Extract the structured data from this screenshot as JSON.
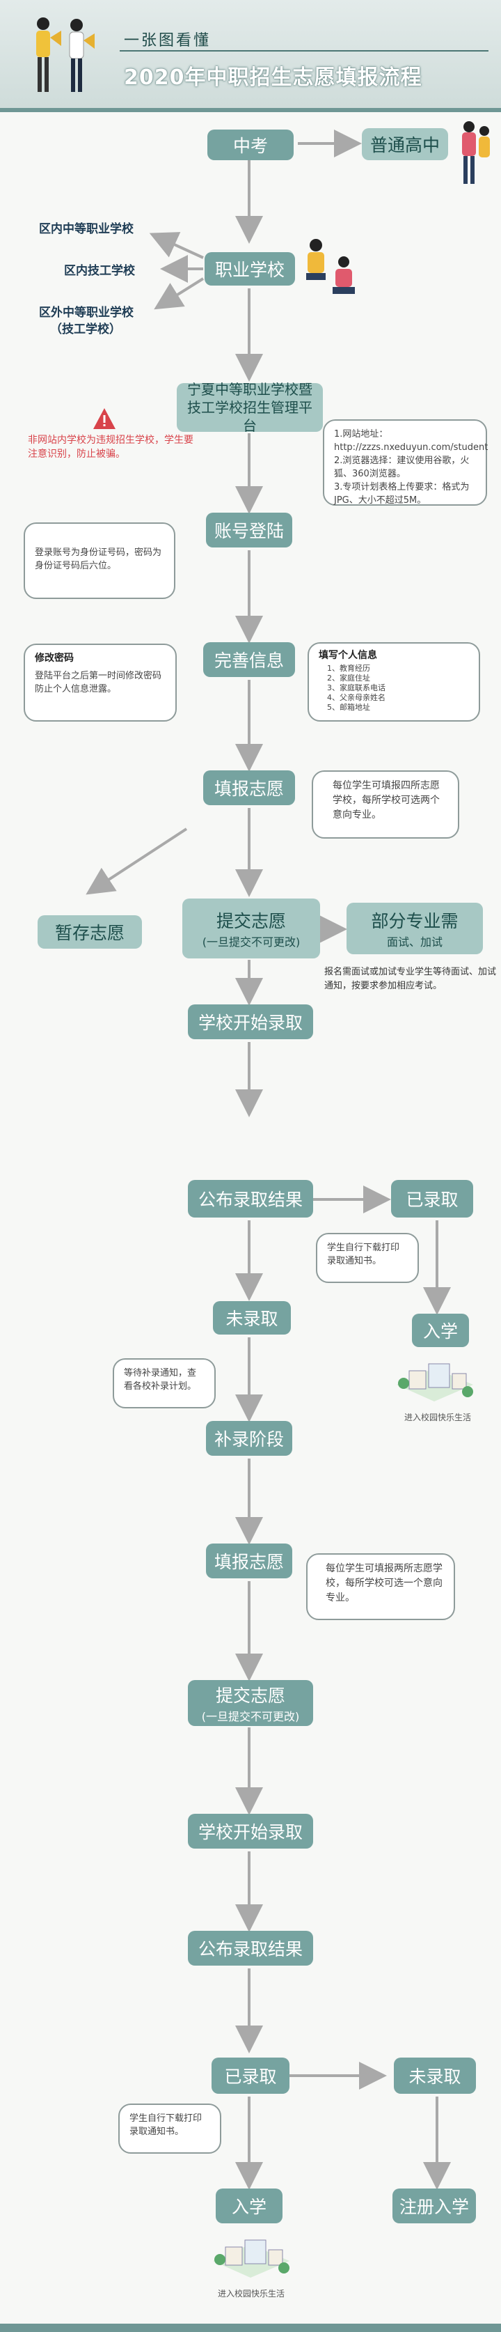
{
  "header": {
    "subtitle": "一张图看懂",
    "title": "2020年中职招生志愿填报流程"
  },
  "left_labels": {
    "a": "区内中等职业学校",
    "b": "区内技工学校",
    "c1": "区外中等职业学校",
    "c2": "（技工学校）"
  },
  "nodes": {
    "zhongkao": "中考",
    "putong": "普通高中",
    "zhiye": "职业学校",
    "platform": "宁夏中等职业学校暨技工学校招生管理平台",
    "account": "账号登陆",
    "info": "完善信息",
    "fill": "填报志愿",
    "temp": "暂存志愿",
    "submit": "提交志愿",
    "submit_sub": "(一旦提交不可更改)",
    "partial": "部分专业需",
    "partial_sub": "面试、加试",
    "start": "学校开始录取",
    "publish": "公布录取结果",
    "admitted": "已录取",
    "not_admitted": "未录取",
    "enroll": "入学",
    "supplement": "补录阶段",
    "fill2": "填报志愿",
    "submit2": "提交志愿",
    "submit2_sub": "(一旦提交不可更改)",
    "start2": "学校开始录取",
    "publish2": "公布录取结果",
    "admitted2": "已录取",
    "not_admitted2": "未录取",
    "enroll2": "入学",
    "register": "注册入学"
  },
  "notes": {
    "warning": "非网站内学校为违规招生学校，学生要注意识别，防止被骗。",
    "site1": "1.网站地址：",
    "site2": "http://zzzs.nxeduyun.com/student",
    "site3": "2.浏览器选择：建议使用谷歌，火狐、360浏览器。",
    "site4": "3.专项计划表格上传要求：格式为JPG、大小不超过5M。",
    "login": "登录账号为身份证号码，密码为身份证号码后六位。",
    "pwd_title": "修改密码",
    "pwd": "登陆平台之后第一时间修改密码防止个人信息泄露。",
    "info_title": "填写个人信息",
    "info_items": [
      "1、教育经历",
      "2、家庭住址",
      "3、家庭联系电话",
      "4、父亲母亲姓名",
      "5、邮箱地址"
    ],
    "fill_note": "每位学生可填报四所志愿学校，每所学校可选两个意向专业。",
    "partial_note": "报名需面试或加试专业学生等待面试、加试通知，按要求参加相应考试。",
    "download": "学生自行下载打印录取通知书。",
    "wait": "等待补录通知，查看各校补录计划。",
    "fill2_note": "每位学生可填报两所志愿学校，每所学校可选一个意向专业。",
    "download2": "学生自行下载打印录取通知书。",
    "campus": "进入校园快乐生活",
    "campus2": "进入校园快乐生活"
  }
}
